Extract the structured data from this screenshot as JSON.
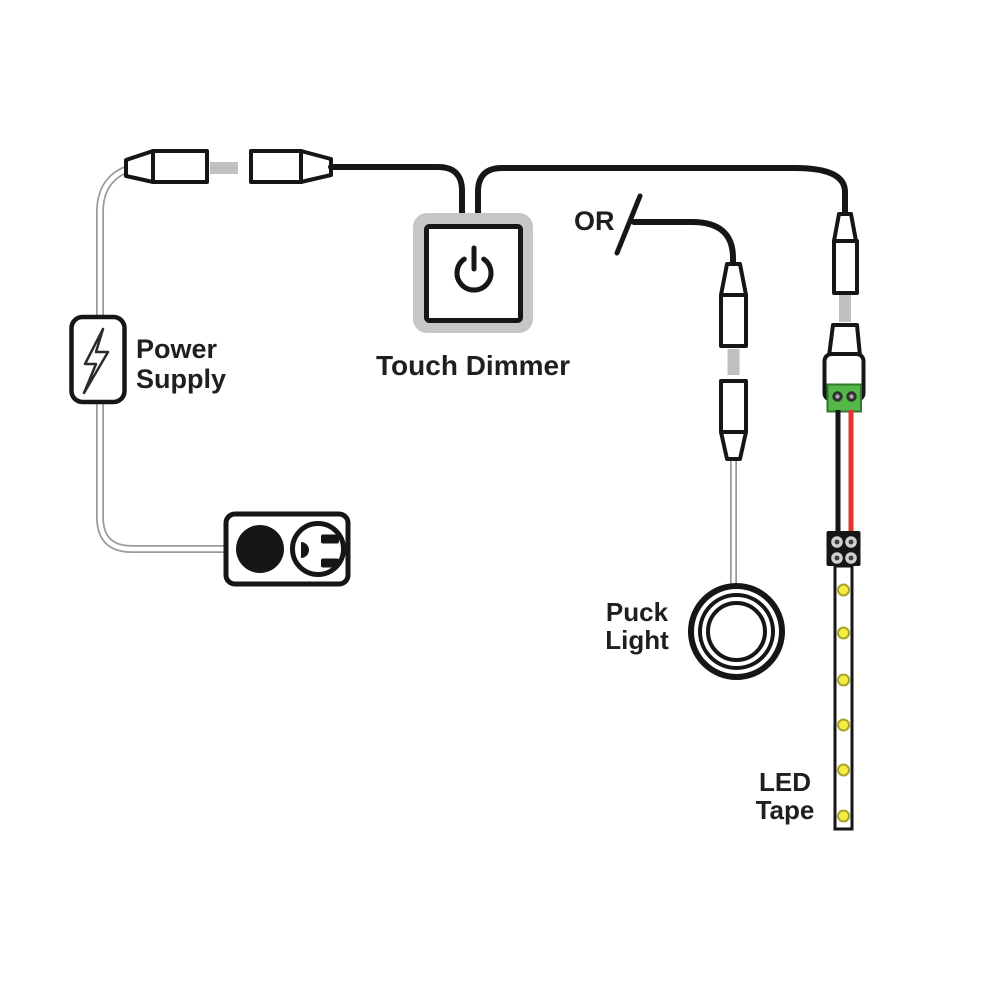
{
  "diagram": {
    "type": "under-cabinet-lighting-wiring-diagram",
    "labels": {
      "power_supply": "Power\nSupply",
      "touch_dimmer": "Touch Dimmer",
      "or": "OR",
      "puck_light": "Puck\nLight",
      "led_tape": "LED\nTape"
    },
    "colors": {
      "background": "#ffffff",
      "line_black": "#161616",
      "cable_gray": "#9a9a9a",
      "pin_gray": "#c0c0c0",
      "dimmer_bezel_gray": "#c6c6c6",
      "terminal_green": "#54b848",
      "terminal_green_dark": "#2f7a2a",
      "wire_red": "#e4352f",
      "led_yellow": "#f4ec3f",
      "led_yellow_dark": "#a8a32b"
    }
  }
}
